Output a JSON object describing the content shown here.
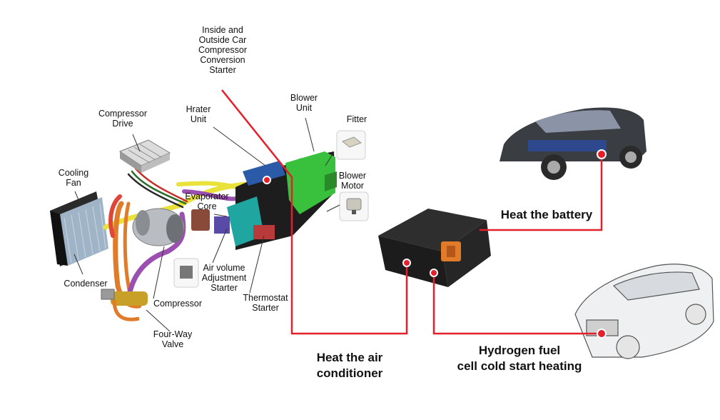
{
  "labels": {
    "conversion_starter": [
      "Inside and",
      "Outside Car",
      "Compressor",
      "Conversion",
      "Starter"
    ],
    "blower_unit": [
      "Blower",
      "Unit"
    ],
    "heater_unit": [
      "Hrater",
      "Unit"
    ],
    "fitter": "Fitter",
    "compressor_drive": [
      "Compressor",
      "Drive"
    ],
    "cooling_fan": [
      "Cooling",
      "Fan"
    ],
    "blower_motor": [
      "Blower",
      "Motor"
    ],
    "evaporator_core": [
      "Evaporator",
      "Core"
    ],
    "air_volume_starter": [
      "Air volume",
      "Adjustment",
      "Starter"
    ],
    "condenser": "Condenser",
    "compressor": "Compressor",
    "thermostat_starter": [
      "Thermostat",
      "Starter"
    ],
    "four_way_valve": [
      "Four-Way",
      "Valve"
    ]
  },
  "outputs": {
    "battery": "Heat the  battery",
    "air_conditioner": [
      "Heat the air",
      "conditioner"
    ],
    "fuel_cell": [
      "Hydrogen fuel",
      "cell cold start heating"
    ]
  },
  "colors": {
    "connector_line": "#e5202a",
    "pipe_purple": "#9b4fb0",
    "pipe_yellow": "#e8e23a",
    "pipe_orange": "#e07b2a",
    "hvac_green": "#39c13e",
    "hvac_teal": "#1fa6a0",
    "heater_body": "#1c1c1c",
    "car_dark": "#3a3d42"
  }
}
